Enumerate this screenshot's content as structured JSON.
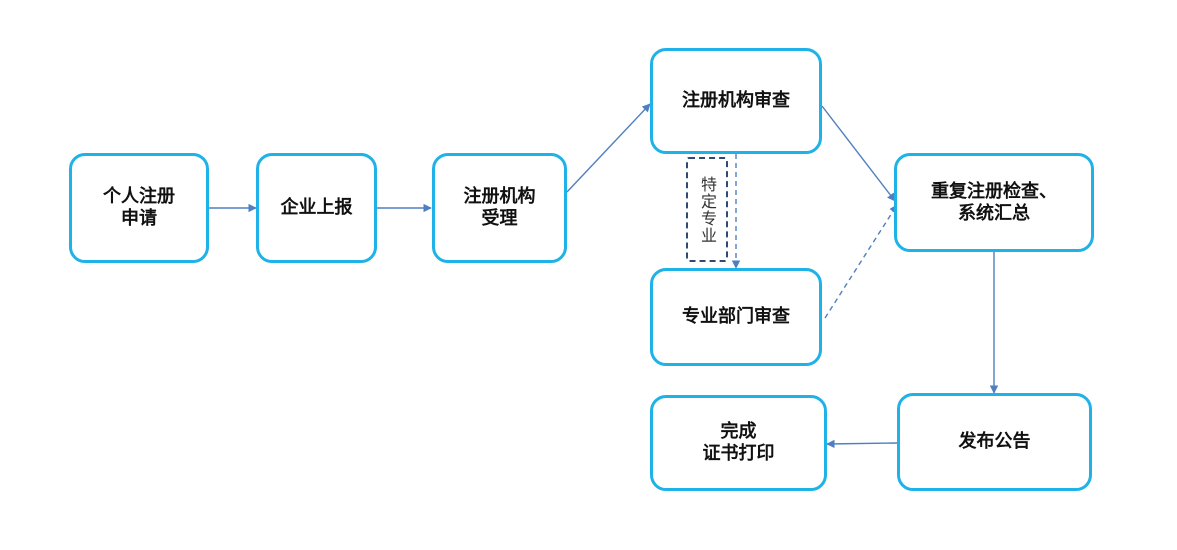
{
  "colors": {
    "node_border": "#1fb2e8",
    "edge": "#4f7fbf",
    "tag_border": "#2f4a74"
  },
  "nodes": {
    "personal_apply": {
      "line1": "个人注册",
      "line2": "申请"
    },
    "enterprise_report": {
      "line1": "企业上报"
    },
    "registry_accept": {
      "line1": "注册机构",
      "line2": "受理"
    },
    "registry_review": {
      "line1": "注册机构审查"
    },
    "specialty_review": {
      "line1": "专业部门审查"
    },
    "duplicate_check": {
      "line1": "重复注册检查、",
      "line2": "系统汇总"
    },
    "publish_notice": {
      "line1": "发布公告"
    },
    "complete_print": {
      "line1": "完成",
      "line2": "证书打印"
    }
  },
  "tag": {
    "label": "特定专业"
  }
}
